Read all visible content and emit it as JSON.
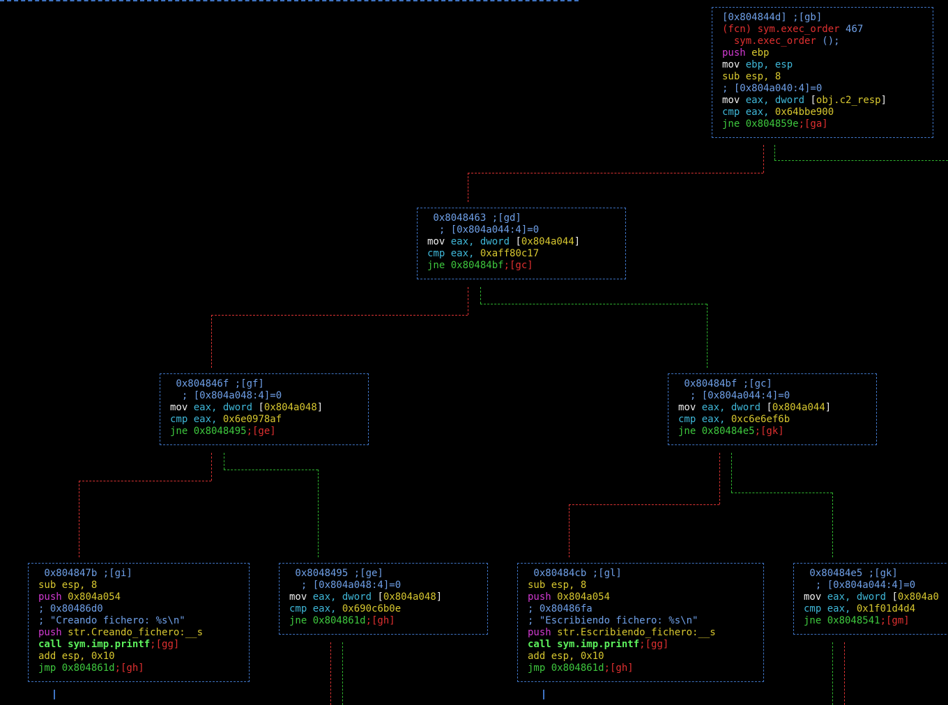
{
  "nodes": {
    "gb": {
      "lines": [
        [
          [
            "[0x804844d] ;[gb]",
            "c-addr"
          ]
        ],
        [
          [
            "(fcn) ",
            "c-red"
          ],
          [
            "sym.exec_order",
            "c-red"
          ],
          [
            " 467",
            "c-addr"
          ]
        ],
        [
          [
            "  sym.exec_order ",
            "c-red"
          ],
          [
            "();",
            "c-addr"
          ]
        ],
        [
          [
            "push ",
            "c-mag"
          ],
          [
            "ebp",
            "c-yel"
          ]
        ],
        [
          [
            "mov ",
            "c-wht"
          ],
          [
            "ebp, esp",
            "c-cyan"
          ]
        ],
        [
          [
            "sub ",
            "c-yel"
          ],
          [
            "esp, 8",
            "c-yel"
          ]
        ],
        [
          [
            "; [0x804a040:4]=0",
            "c-com"
          ]
        ],
        [
          [
            "mov ",
            "c-wht"
          ],
          [
            "eax, ",
            "c-cyan"
          ],
          [
            "dword ",
            "c-cyan"
          ],
          [
            "[",
            "c-wht"
          ],
          [
            "obj.c2_resp",
            "c-yel"
          ],
          [
            "]",
            "c-wht"
          ]
        ],
        [
          [
            "cmp ",
            "c-cyan"
          ],
          [
            "eax, ",
            "c-cyan"
          ],
          [
            "0x64bbe900",
            "c-yel"
          ]
        ],
        [
          [
            "jne ",
            "c-grn"
          ],
          [
            "0x804859e",
            "c-grn"
          ],
          [
            ";[ga]",
            "c-red"
          ]
        ]
      ]
    },
    "gd": {
      "lines": [
        [
          [
            " 0x8048463 ;[gd]",
            "c-addr"
          ]
        ],
        [
          [
            "  ; [0x804a044:4]=0",
            "c-com"
          ]
        ],
        [
          [
            "mov ",
            "c-wht"
          ],
          [
            "eax, ",
            "c-cyan"
          ],
          [
            "dword ",
            "c-cyan"
          ],
          [
            "[",
            "c-wht"
          ],
          [
            "0x804a044",
            "c-yel"
          ],
          [
            "]",
            "c-wht"
          ]
        ],
        [
          [
            "cmp ",
            "c-cyan"
          ],
          [
            "eax, ",
            "c-cyan"
          ],
          [
            "0xaff80c17",
            "c-yel"
          ]
        ],
        [
          [
            "jne ",
            "c-grn"
          ],
          [
            "0x80484bf",
            "c-grn"
          ],
          [
            ";[gc]",
            "c-red"
          ]
        ]
      ]
    },
    "gf": {
      "lines": [
        [
          [
            " 0x804846f ;[gf]",
            "c-addr"
          ]
        ],
        [
          [
            "  ; [0x804a048:4]=0",
            "c-com"
          ]
        ],
        [
          [
            "mov ",
            "c-wht"
          ],
          [
            "eax, ",
            "c-cyan"
          ],
          [
            "dword ",
            "c-cyan"
          ],
          [
            "[",
            "c-wht"
          ],
          [
            "0x804a048",
            "c-yel"
          ],
          [
            "]",
            "c-wht"
          ]
        ],
        [
          [
            "cmp ",
            "c-cyan"
          ],
          [
            "eax, ",
            "c-cyan"
          ],
          [
            "0x6e0978af",
            "c-yel"
          ]
        ],
        [
          [
            "jne ",
            "c-grn"
          ],
          [
            "0x8048495",
            "c-grn"
          ],
          [
            ";[ge]",
            "c-red"
          ]
        ]
      ]
    },
    "gc": {
      "lines": [
        [
          [
            " 0x80484bf ;[gc]",
            "c-addr"
          ]
        ],
        [
          [
            "  ; [0x804a044:4]=0",
            "c-com"
          ]
        ],
        [
          [
            "mov ",
            "c-wht"
          ],
          [
            "eax, ",
            "c-cyan"
          ],
          [
            "dword ",
            "c-cyan"
          ],
          [
            "[",
            "c-wht"
          ],
          [
            "0x804a044",
            "c-yel"
          ],
          [
            "]",
            "c-wht"
          ]
        ],
        [
          [
            "cmp ",
            "c-cyan"
          ],
          [
            "eax, ",
            "c-cyan"
          ],
          [
            "0xc6e6ef6b",
            "c-yel"
          ]
        ],
        [
          [
            "jne ",
            "c-grn"
          ],
          [
            "0x80484e5",
            "c-grn"
          ],
          [
            ";[gk]",
            "c-red"
          ]
        ]
      ]
    },
    "gi": {
      "lines": [
        [
          [
            " 0x804847b ;[gi]",
            "c-addr"
          ]
        ],
        [
          [
            "sub ",
            "c-yel"
          ],
          [
            "esp, 8",
            "c-yel"
          ]
        ],
        [
          [
            "push ",
            "c-mag"
          ],
          [
            "0x804a054",
            "c-yel"
          ]
        ],
        [
          [
            "; 0x80486d0",
            "c-com"
          ]
        ],
        [
          [
            "; \"Creando fichero: %s\\n\"",
            "c-com"
          ]
        ],
        [
          [
            "push ",
            "c-mag"
          ],
          [
            "str.Creando_fichero:__s",
            "c-yel"
          ]
        ],
        [
          [
            "call ",
            "c-bold"
          ],
          [
            "sym.imp.printf",
            "c-bold"
          ],
          [
            ";[gg]",
            "c-red"
          ]
        ],
        [
          [
            "add ",
            "c-yel"
          ],
          [
            "esp, 0x10",
            "c-yel"
          ]
        ],
        [
          [
            "jmp ",
            "c-grn"
          ],
          [
            "0x804861d",
            "c-grn"
          ],
          [
            ";[gh]",
            "c-red"
          ]
        ]
      ]
    },
    "ge": {
      "lines": [
        [
          [
            " 0x8048495 ;[ge]",
            "c-addr"
          ]
        ],
        [
          [
            "  ; [0x804a048:4]=0",
            "c-com"
          ]
        ],
        [
          [
            "mov ",
            "c-wht"
          ],
          [
            "eax, ",
            "c-cyan"
          ],
          [
            "dword ",
            "c-cyan"
          ],
          [
            "[",
            "c-wht"
          ],
          [
            "0x804a048",
            "c-yel"
          ],
          [
            "]",
            "c-wht"
          ]
        ],
        [
          [
            "cmp ",
            "c-cyan"
          ],
          [
            "eax, ",
            "c-cyan"
          ],
          [
            "0x690c6b0e",
            "c-yel"
          ]
        ],
        [
          [
            "jne ",
            "c-grn"
          ],
          [
            "0x804861d",
            "c-grn"
          ],
          [
            ";[gh]",
            "c-red"
          ]
        ]
      ]
    },
    "gl": {
      "lines": [
        [
          [
            " 0x80484cb ;[gl]",
            "c-addr"
          ]
        ],
        [
          [
            "sub ",
            "c-yel"
          ],
          [
            "esp, 8",
            "c-yel"
          ]
        ],
        [
          [
            "push ",
            "c-mag"
          ],
          [
            "0x804a054",
            "c-yel"
          ]
        ],
        [
          [
            "; 0x80486fa",
            "c-com"
          ]
        ],
        [
          [
            "; \"Escribiendo fichero: %s\\n\"",
            "c-com"
          ]
        ],
        [
          [
            "push ",
            "c-mag"
          ],
          [
            "str.Escribiendo_fichero:__s",
            "c-yel"
          ]
        ],
        [
          [
            "call ",
            "c-bold"
          ],
          [
            "sym.imp.printf",
            "c-bold"
          ],
          [
            ";[gg]",
            "c-red"
          ]
        ],
        [
          [
            "add ",
            "c-yel"
          ],
          [
            "esp, 0x10",
            "c-yel"
          ]
        ],
        [
          [
            "jmp ",
            "c-grn"
          ],
          [
            "0x804861d",
            "c-grn"
          ],
          [
            ";[gh]",
            "c-red"
          ]
        ]
      ]
    },
    "gk": {
      "lines": [
        [
          [
            " 0x80484e5 ;[gk]",
            "c-addr"
          ]
        ],
        [
          [
            "  ; [0x804a044:4]=0",
            "c-com"
          ]
        ],
        [
          [
            "mov ",
            "c-wht"
          ],
          [
            "eax, ",
            "c-cyan"
          ],
          [
            "dword ",
            "c-cyan"
          ],
          [
            "[",
            "c-wht"
          ],
          [
            "0x804a0",
            "c-yel"
          ]
        ],
        [
          [
            "cmp ",
            "c-cyan"
          ],
          [
            "eax, ",
            "c-cyan"
          ],
          [
            "0x1f01d4d4",
            "c-yel"
          ]
        ],
        [
          [
            "jne ",
            "c-grn"
          ],
          [
            "0x8048541",
            "c-grn"
          ],
          [
            ";[gm]",
            "c-red"
          ]
        ]
      ]
    }
  }
}
